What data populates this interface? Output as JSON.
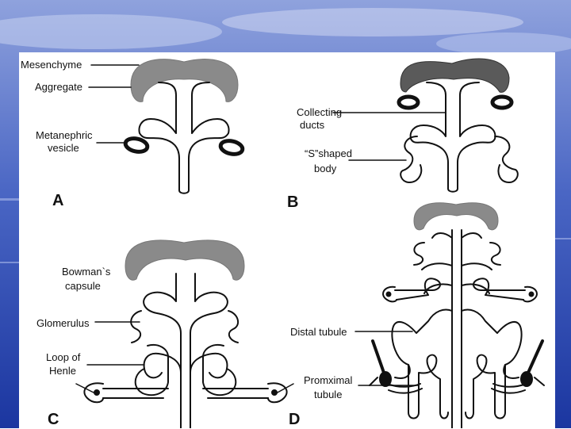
{
  "colors": {
    "background_top": "#7f93d6",
    "background_bottom": "#1e3aa6",
    "panel": "#ffffff",
    "stroke": "#111111",
    "gray_cap": "#8a8a8a",
    "dark_cap": "#5a5a5a"
  },
  "panels": {
    "A": {
      "letter": "A",
      "labels": {
        "mesenchyme": "Mesenchyme",
        "aggregate": "Aggregate",
        "metanephric_1": "Metanephric",
        "metanephric_2": "vesicle"
      }
    },
    "B": {
      "letter": "B",
      "labels": {
        "collecting_1": "Collecting",
        "collecting_2": "ducts",
        "sshaped_1": "“S”shaped",
        "sshaped_2": "body"
      }
    },
    "C": {
      "letter": "C",
      "labels": {
        "bowman_1": "Bowman`s",
        "bowman_2": "capsule",
        "glomerulus": "Glomerulus",
        "loop_1": "Loop of",
        "loop_2": "Henle"
      }
    },
    "D": {
      "letter": "D",
      "labels": {
        "distal": "Distal tubule",
        "proximal_1": "Promximal",
        "proximal_2": "tubule"
      }
    }
  }
}
